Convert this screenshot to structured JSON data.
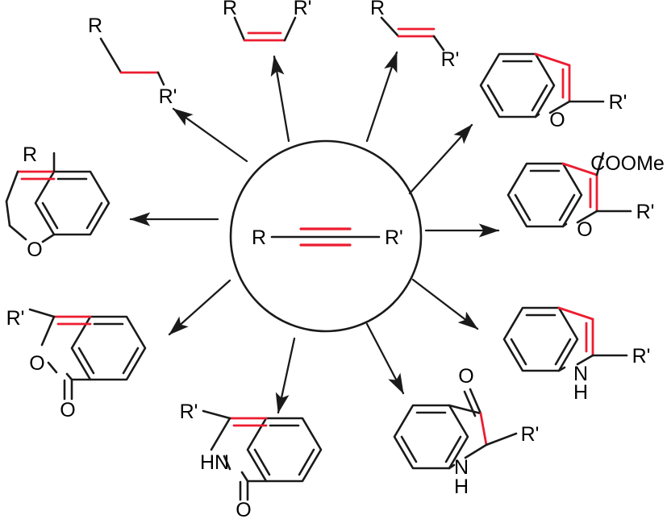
{
  "diagram": {
    "title": "Alkyne-based divergent synthesis scheme",
    "type": "radial-reaction-scheme",
    "colors": {
      "bond_black": "#1a1a1a",
      "bond_highlight_red": "#ED1C30",
      "background": "#ffffff",
      "text": "#000000"
    },
    "center": {
      "name": "internal-alkyne",
      "left_label": "R",
      "right_label": "R'",
      "bond": "triple",
      "bond_highlight": "red",
      "enclosure": "circle"
    },
    "products": [
      {
        "id": "alkane",
        "name": "alkane",
        "position": "top-left",
        "labels": [
          "R",
          "R'"
        ],
        "highlight": "C-C single bond",
        "arrow": "diagonal-up-left"
      },
      {
        "id": "cis-alkene",
        "name": "cis-alkene (Z)",
        "position": "top-center-left",
        "labels": [
          "R",
          "R'"
        ],
        "highlight": "C=C double bond",
        "arrow": "up-slight-left"
      },
      {
        "id": "trans-alkene",
        "name": "trans-alkene (E)",
        "position": "top-center-right",
        "labels": [
          "R",
          "R'"
        ],
        "highlight": "C=C double bond",
        "arrow": "up-slight-right"
      },
      {
        "id": "benzofuran",
        "name": "2-substituted benzofuran",
        "position": "top-right",
        "labels": [
          "O",
          "R'"
        ],
        "highlight": "C2=C3 double bond",
        "arrow": "diagonal-up-right"
      },
      {
        "id": "benzofuran-ester",
        "name": "methyl 2-substituted benzofuran-3-carboxylate",
        "position": "right",
        "labels": [
          "COOMe",
          "O",
          "R'"
        ],
        "highlight": "C2=C3 double bond",
        "arrow": "right"
      },
      {
        "id": "indole",
        "name": "2-substituted indole",
        "position": "bottom-right",
        "labels": [
          "N",
          "H",
          "R'"
        ],
        "highlight": "C2=C3 double bond",
        "arrow": "diagonal-down-right"
      },
      {
        "id": "indolin-3-one",
        "name": "2-substituted indolin-3-one",
        "position": "bottom-center-right",
        "labels": [
          "O",
          "N",
          "H",
          "R'"
        ],
        "highlight": "C2-C3 single bond",
        "arrow": "down-right"
      },
      {
        "id": "isoquinolinone",
        "name": "3-substituted isoquinolin-1(2H)-one",
        "position": "bottom-center-left",
        "labels": [
          "R'",
          "HN",
          "O"
        ],
        "highlight": "C3=C4 double bond",
        "arrow": "down-left"
      },
      {
        "id": "isocoumarin",
        "name": "3-substituted isocoumarin",
        "position": "bottom-left",
        "labels": [
          "R'",
          "O",
          "O"
        ],
        "highlight": "C3=C4 double bond",
        "arrow": "diagonal-down-left"
      },
      {
        "id": "chromene",
        "name": "4-substituted 2H-chromene",
        "position": "left",
        "labels": [
          "R",
          "O"
        ],
        "highlight": "C3=C4 double bond",
        "arrow": "left"
      }
    ],
    "atom_labels": {
      "R": "R",
      "R_prime": "R'",
      "O": "O",
      "N": "N",
      "H": "H",
      "HN": "HN",
      "NH_n": "N",
      "NH_h": "H",
      "COOMe": "COOMe"
    }
  }
}
